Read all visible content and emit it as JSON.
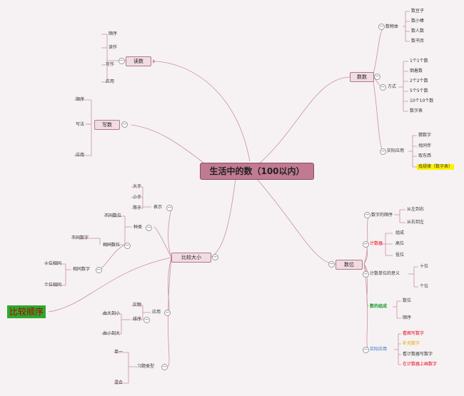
{
  "root": "生活中的数（100以内）",
  "branches": {
    "dushu": {
      "title": "读数",
      "items": [
        "顺序",
        "读作",
        "写作",
        "应用"
      ]
    },
    "xieshu": {
      "title": "写数",
      "items": [
        "顺序",
        "写法",
        "应用"
      ]
    },
    "bijiao": {
      "title": "比较大小",
      "biaoshi": {
        "title": "表示",
        "items": [
          "大于",
          "小于",
          "等于"
        ]
      },
      "zhonglei": {
        "title": "种类",
        "butong": "不同数位",
        "xiangtong": "相同数位",
        "butong_shuzi": "不同数字",
        "xiangtong_shuzi": "相同数字",
        "shiwei": "十位相同",
        "gewei": "个位相同"
      },
      "yingyong": {
        "title": "应用",
        "shiwu": "实物",
        "paixu": "排序",
        "dadao": "由大到小",
        "xiaodao": "由小到大"
      },
      "xiti": {
        "title": "习题类型",
        "items": [
          "单一",
          "混合"
        ]
      }
    },
    "shushu": {
      "title": "数数",
      "wuti": {
        "title": "数物体",
        "items": [
          "数豆子",
          "数小棒",
          "数人数",
          "数书页"
        ]
      },
      "fangshi": {
        "title": "方式",
        "items": [
          "1个1个数",
          "倒着数",
          "2个2个数",
          "5个5个数",
          "10个10个数",
          "数字表"
        ]
      },
      "shiji": {
        "title": "实际应用",
        "items": [
          "猜数字",
          "找同伴",
          "取东西",
          "找规律（数字表）"
        ]
      }
    },
    "shuwei": {
      "title": "数位",
      "shunxu": {
        "title": "数字的顺序",
        "items": [
          "从左到右",
          "从右到左"
        ]
      },
      "jishuqi": {
        "title": "计数器",
        "items": [
          "组成",
          "高位",
          "低位"
        ]
      },
      "yiyi": {
        "title": "计数单位的意义",
        "items": [
          "十位",
          "个位"
        ]
      },
      "zucheng": {
        "title": "数的组成",
        "items": [
          "数位",
          "顺序"
        ]
      },
      "shiji": {
        "title": "实际应用",
        "items": [
          "看图写数字",
          "补充数字",
          "看计数器写数字",
          "在计数器上画数字"
        ]
      }
    }
  },
  "floating": "比较顺序",
  "colors": {
    "root": "#c17a93",
    "node": "#f1dce2",
    "line": "#c9909f",
    "highlight": "#fff200"
  }
}
